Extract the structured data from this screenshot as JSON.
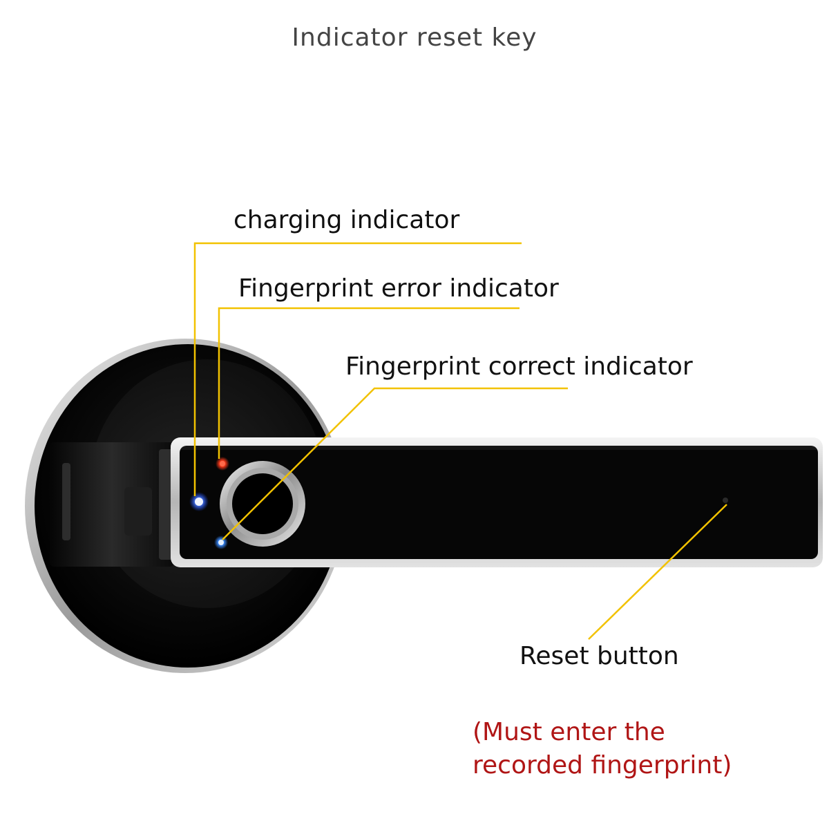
{
  "title": "Indicator reset key",
  "callouts": {
    "charging": "charging indicator",
    "error": "Fingerprint error indicator",
    "correct": "Fingerprint correct indicator",
    "reset": "Reset button"
  },
  "note": {
    "line1": "(Must enter the",
    "line2": "recorded fingerprint)"
  },
  "colors": {
    "leader_line": "#f2c200",
    "charging_led": "#1a4bff",
    "error_led": "#ff3a1a",
    "correct_led": "#3a8bff",
    "note_text": "#b01515"
  }
}
